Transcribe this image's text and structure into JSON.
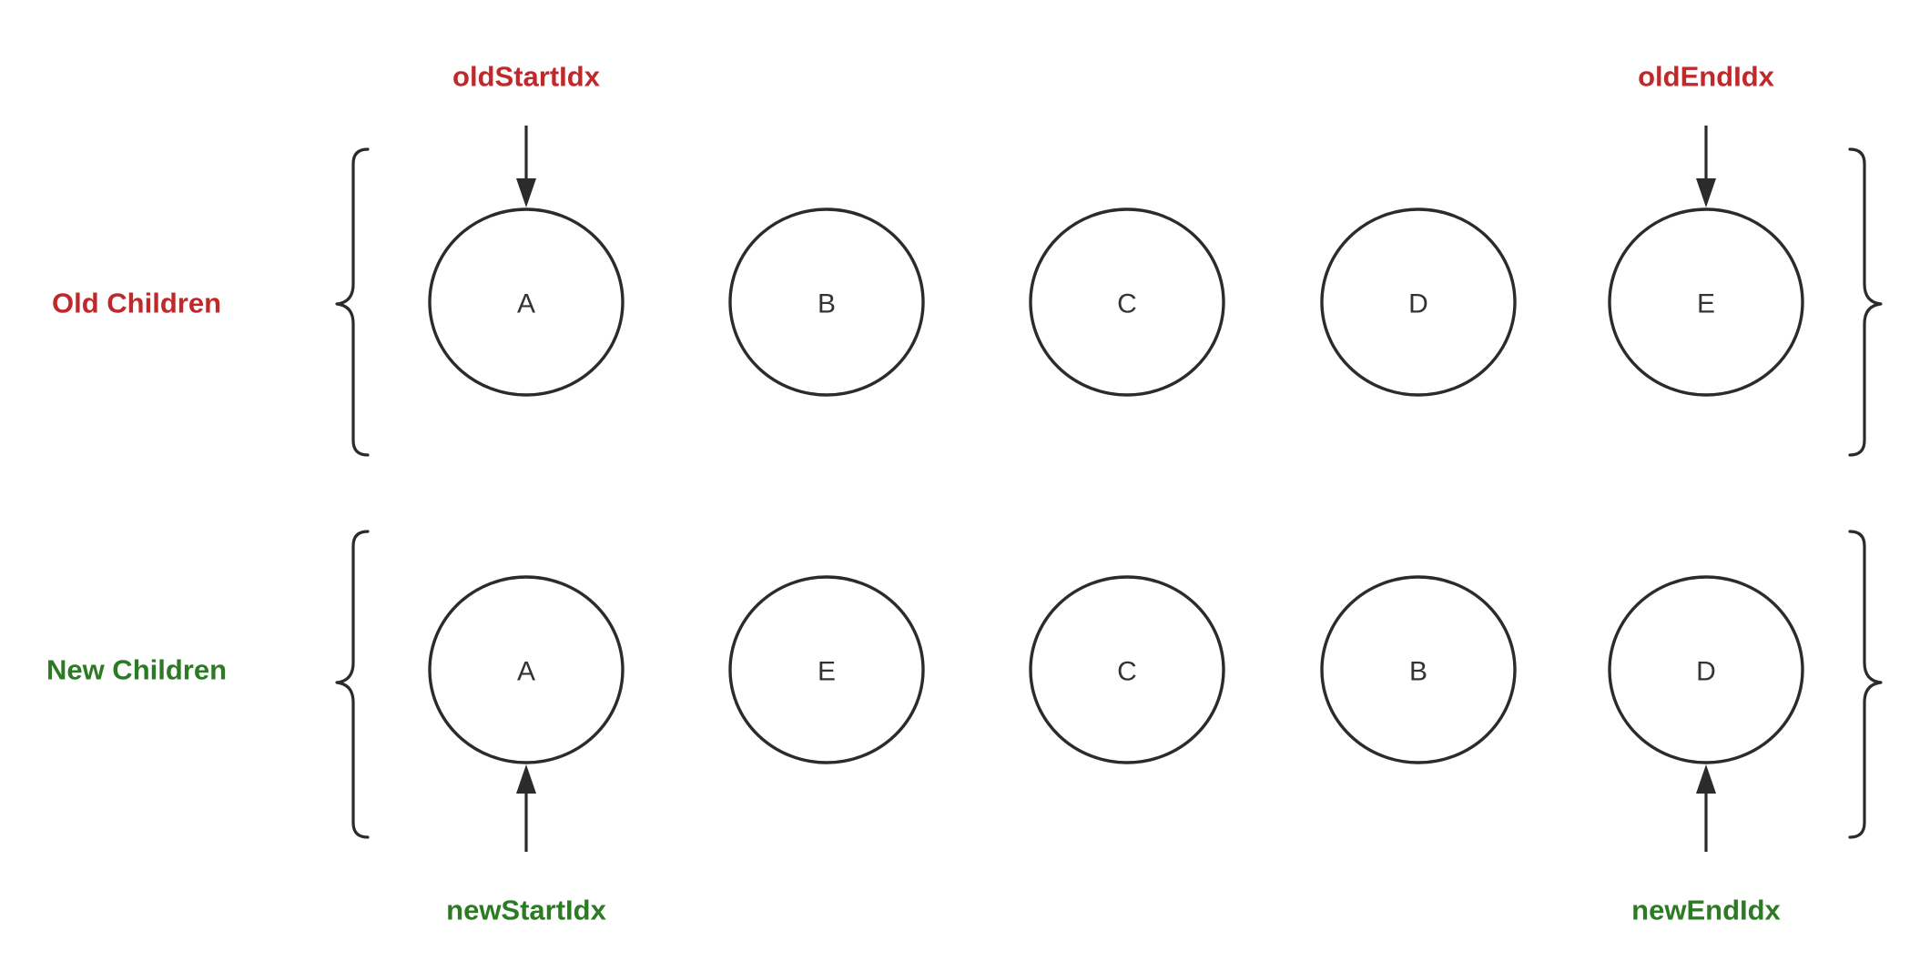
{
  "colors": {
    "old": "#c0292b",
    "new": "#2d7a24",
    "stroke": "#2b2b2b",
    "node_text": "#333333",
    "background": "#ffffff"
  },
  "rows": {
    "old": {
      "title": "Old Children",
      "nodes": [
        "A",
        "B",
        "C",
        "D",
        "E"
      ],
      "start_pointer": "oldStartIdx",
      "end_pointer": "oldEndIdx"
    },
    "new": {
      "title": "New Children",
      "nodes": [
        "A",
        "E",
        "C",
        "B",
        "D"
      ],
      "start_pointer": "newStartIdx",
      "end_pointer": "newEndIdx"
    }
  }
}
